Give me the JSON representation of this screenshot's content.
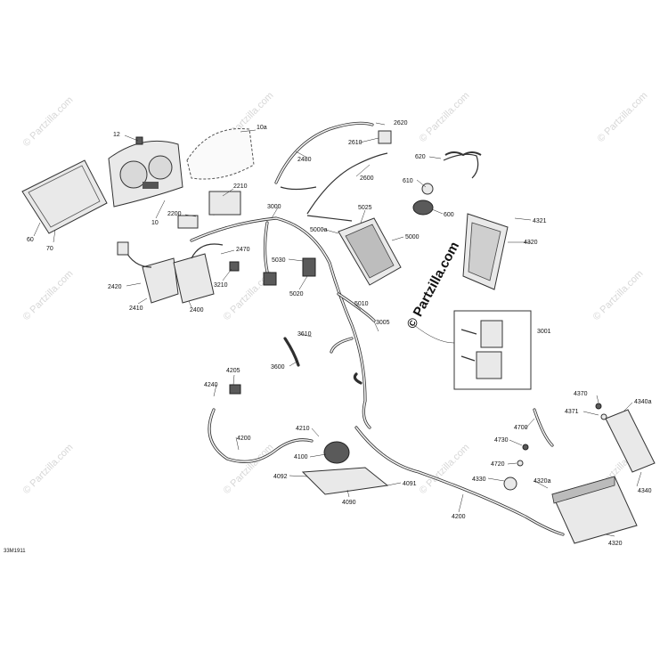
{
  "watermark": {
    "text": "© Partzilla.com",
    "main_text": "© Partzilla.com"
  },
  "diagram_code": "33M1911",
  "callouts": {
    "p12": "12",
    "p10a": "10a",
    "p10": "10",
    "p60": "60",
    "p70": "70",
    "p2620": "2620",
    "p2610": "2610",
    "p2480": "2480",
    "p2600": "2600",
    "p620": "620",
    "p610": "610",
    "p600": "600",
    "p2210": "2210",
    "p2200": "2200",
    "p3000": "3000",
    "p5025": "5025",
    "p5000a": "5000a",
    "p5000": "5000",
    "p4321": "4321",
    "p4320": "4320",
    "p2470": "2470",
    "p5030": "5030",
    "p5020": "5020",
    "p2420": "2420",
    "p3210": "3210",
    "p2410": "2410",
    "p2400": "2400",
    "p5010": "5010",
    "p3005": "3005",
    "p3001": "3001",
    "p3610": "3610",
    "p3600": "3600",
    "p4205": "4205",
    "p4240": "4240",
    "p4370": "4370",
    "p4340a": "4340a",
    "p4371": "4371",
    "p4700": "4700",
    "p4210": "4210",
    "p4200a": "4200",
    "p4730": "4730",
    "p4100": "4100",
    "p4720": "4720",
    "p4092": "4092",
    "p4091": "4091",
    "p4330": "4330",
    "p4320a": "4320a",
    "p4340": "4340",
    "p4090": "4090",
    "p4200b": "4200",
    "p4320b": "4320"
  }
}
